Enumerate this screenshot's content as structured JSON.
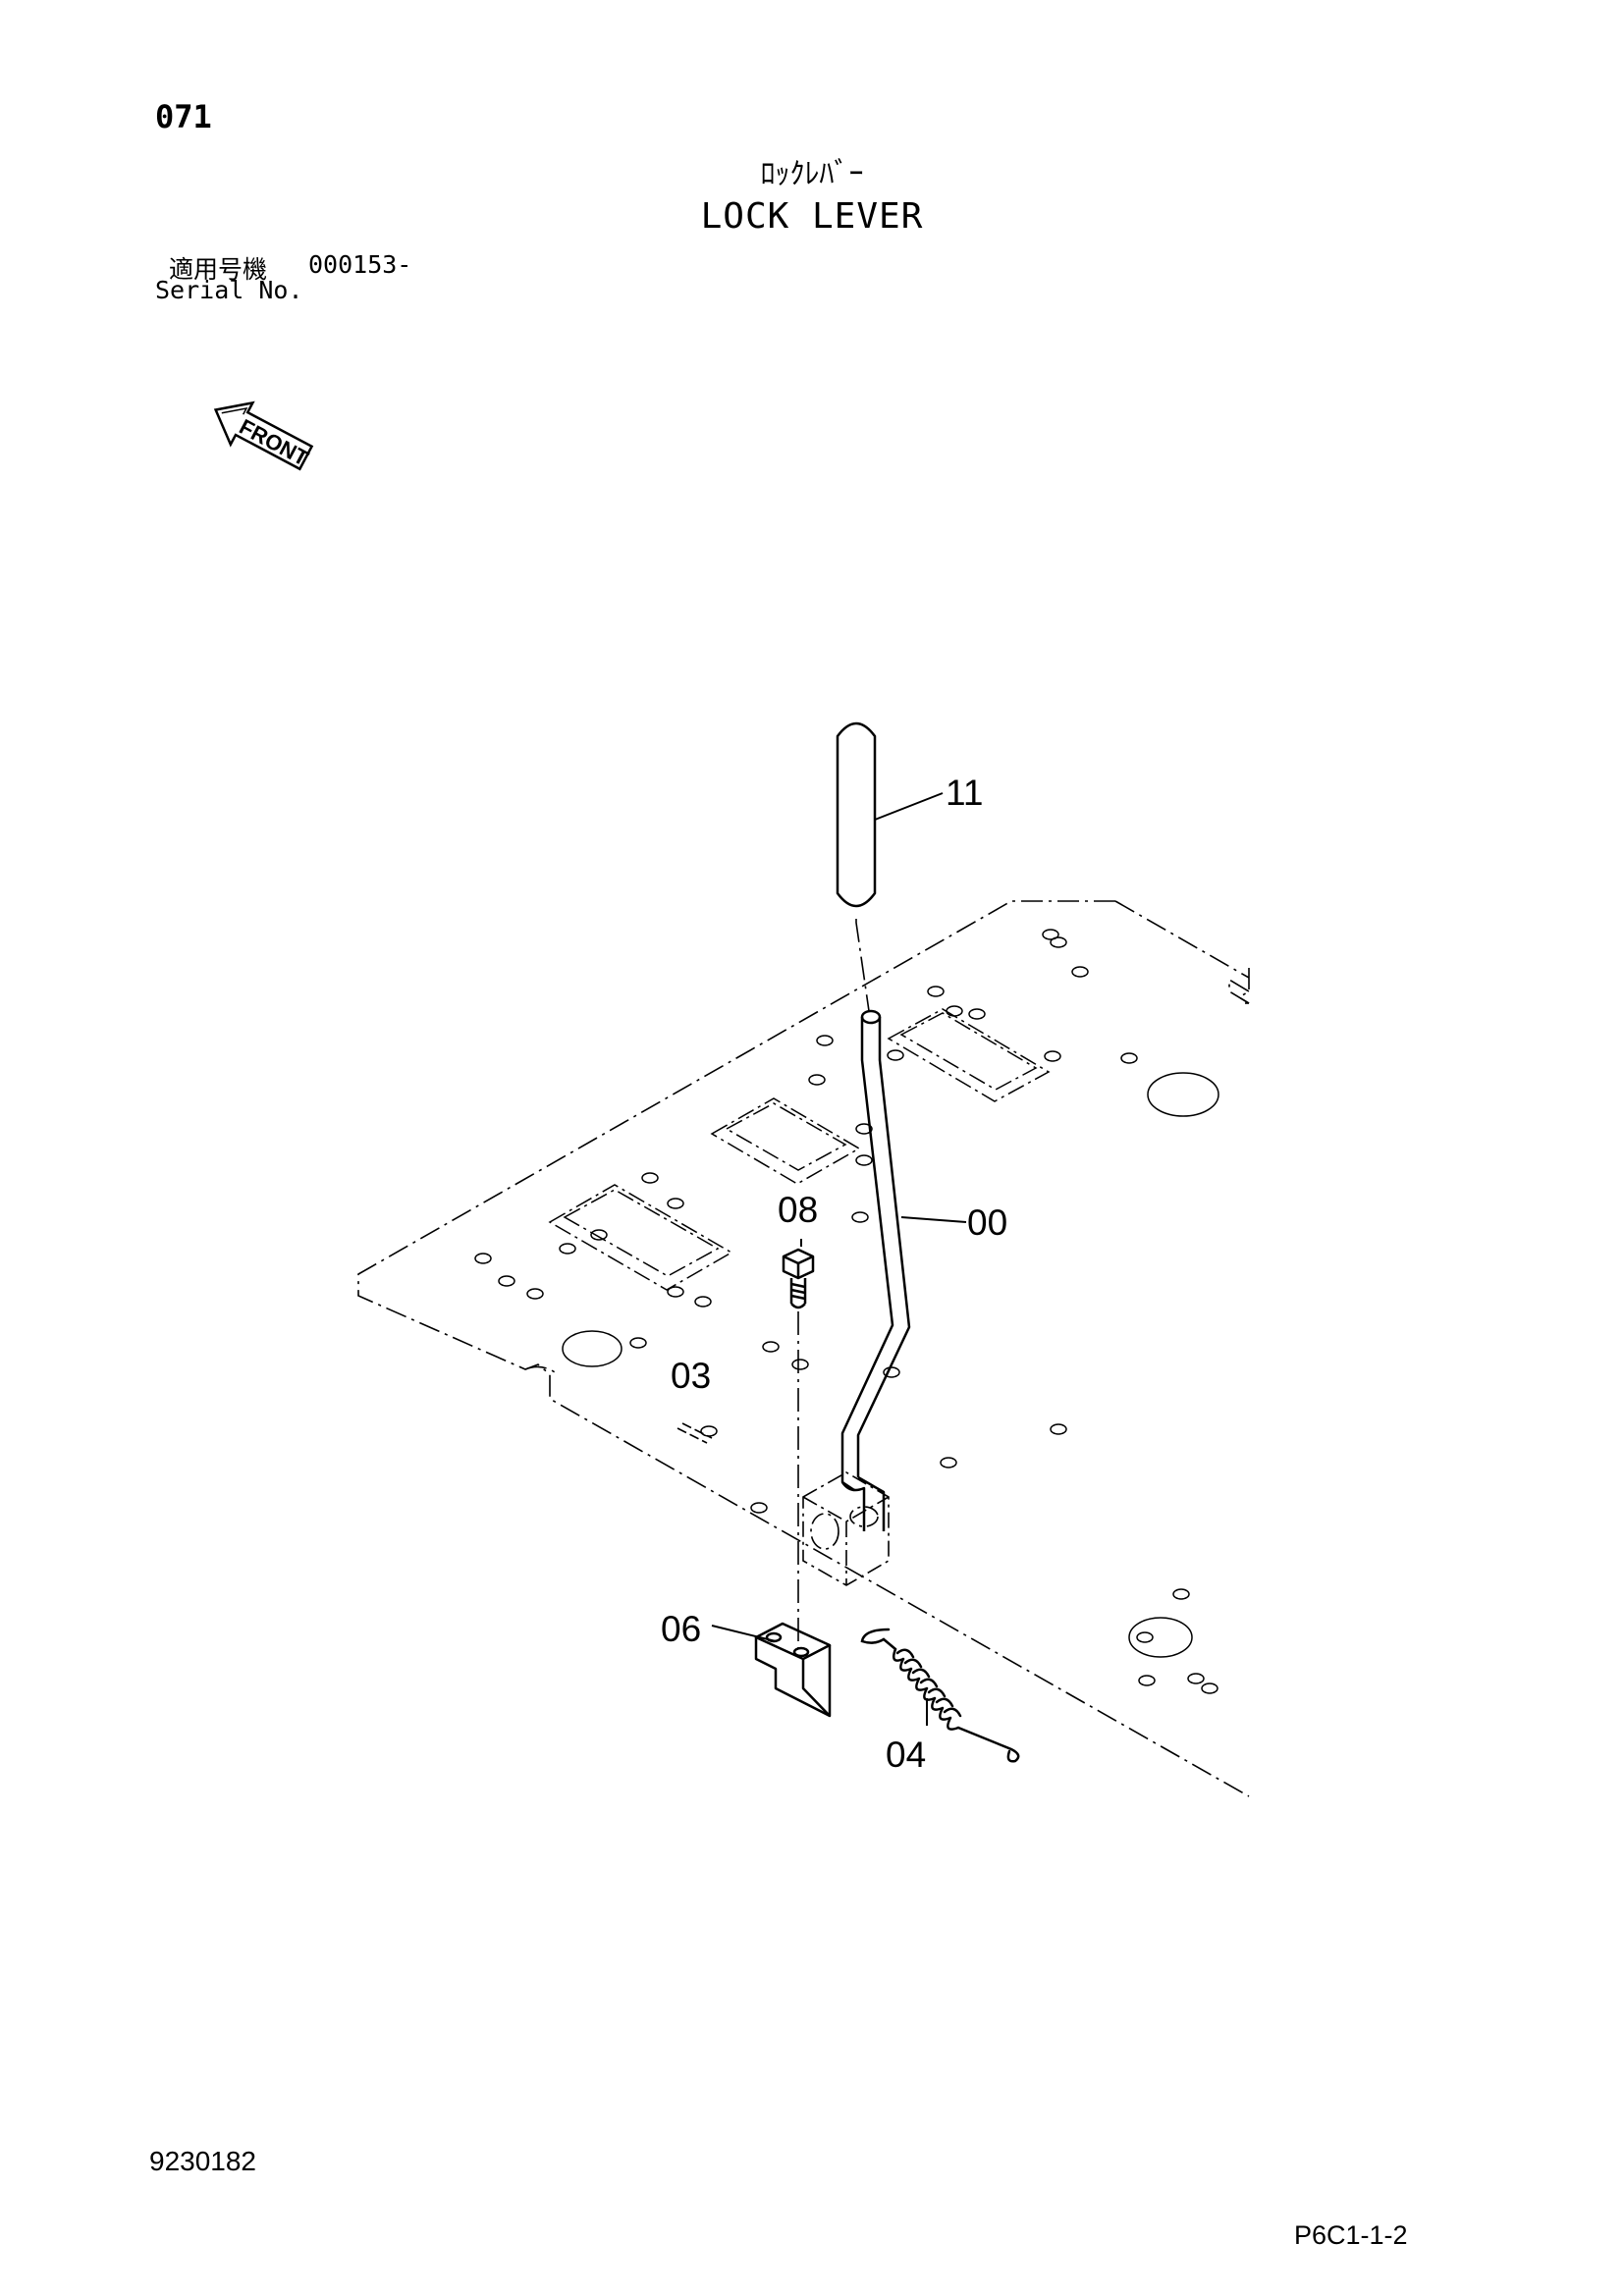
{
  "header": {
    "page_number": "071",
    "title_jp": "ﾛｯｸﾚﾊﾞｰ",
    "title_en": "LOCK LEVER",
    "serial_label_jp": "適用号機",
    "serial_value": "000153-",
    "serial_label_en": "Serial No."
  },
  "diagram": {
    "direction_label": "FRONT",
    "callouts": {
      "c11": "11",
      "c00": "00",
      "c08": "08",
      "c03": "03",
      "c06": "06",
      "c04": "04"
    }
  },
  "footer": {
    "doc_code": "9230182",
    "page_code": "P6C1-1-2"
  }
}
